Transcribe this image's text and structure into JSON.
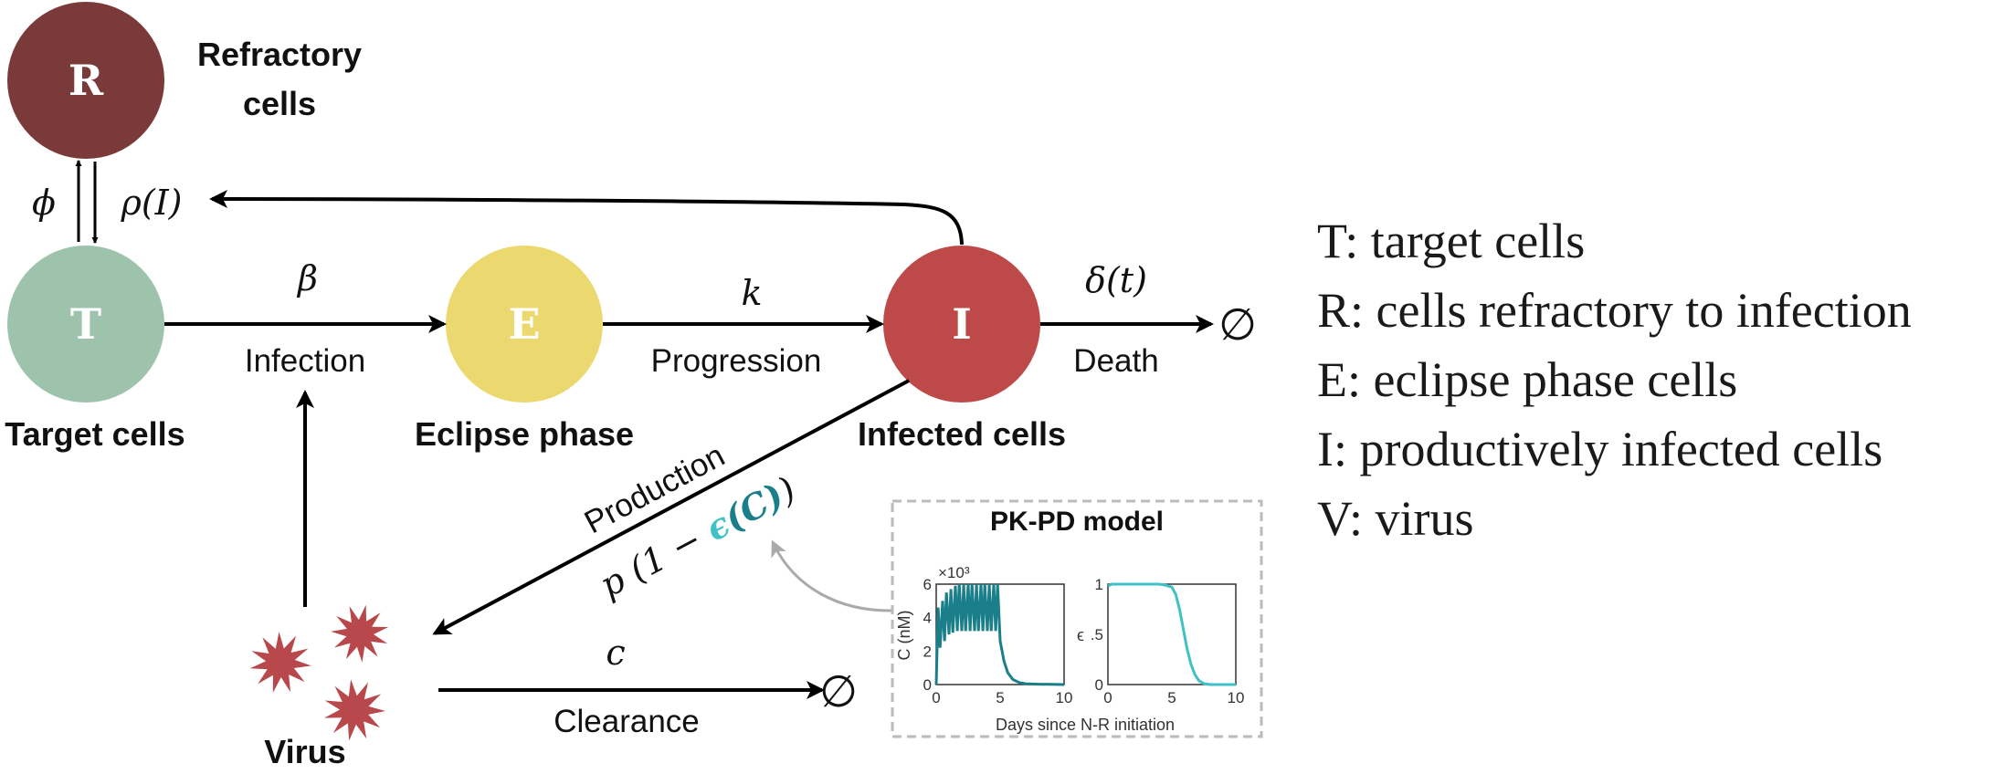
{
  "nodes": {
    "R": {
      "letter": "R",
      "caption_line1": "Refractory",
      "caption_line2": "cells",
      "color": "#7b3a3a"
    },
    "T": {
      "letter": "T",
      "caption": "Target cells",
      "color": "#9dc3ad"
    },
    "E": {
      "letter": "E",
      "caption": "Eclipse phase",
      "color": "#ebd86e"
    },
    "I": {
      "letter": "I",
      "caption": "Infected cells",
      "color": "#bd4a48"
    },
    "V": {
      "caption": "Virus",
      "color": "#b8484b"
    }
  },
  "edges": {
    "phi": "ϕ",
    "rho": "ρ(I)",
    "beta": "β",
    "infection": "Infection",
    "k": "k",
    "progression": "Progression",
    "delta": "δ(t)",
    "death": "Death",
    "production": "Production",
    "production_rate_prefix": "p (1 − ",
    "production_rate_epsilon": "ϵ",
    "production_rate_c": "(C)",
    "production_rate_suffix": ")",
    "c": "c",
    "clearance": "Clearance",
    "empty_set": "∅"
  },
  "legend": [
    "T: target cells",
    "R: cells refractory to infection",
    "E: eclipse phase cells",
    "I: productively infected cells",
    "V: virus"
  ],
  "pkpd": {
    "title": "PK-PD model",
    "xlabel": "Days since N-R initiation",
    "accent": "#1a7f8a",
    "accent_light": "#3fc1c5"
  },
  "chart_data": [
    {
      "type": "line",
      "ylabel": "C (nM)",
      "y_scale_note": "×10³",
      "xlim": [
        0,
        10
      ],
      "ylim": [
        0,
        6
      ],
      "x_ticks": [
        "0",
        "5",
        "10"
      ],
      "y_ticks": [
        "0",
        "2",
        "4",
        "6"
      ],
      "x": [
        0,
        0.15,
        0.3,
        0.5,
        0.65,
        0.8,
        1.0,
        1.15,
        1.3,
        1.5,
        1.65,
        1.8,
        2.0,
        2.15,
        2.3,
        2.5,
        2.65,
        2.8,
        3.0,
        3.15,
        3.3,
        3.5,
        3.65,
        3.8,
        4.0,
        4.15,
        4.3,
        4.5,
        4.65,
        4.8,
        5.0,
        5.3,
        5.6,
        6.0,
        6.5,
        7.0,
        8.0,
        9.0,
        10.0
      ],
      "values": [
        0,
        4.6,
        2.2,
        5.0,
        2.6,
        5.5,
        3.0,
        5.7,
        3.1,
        5.9,
        3.2,
        6.0,
        3.2,
        6.0,
        3.2,
        6.0,
        3.2,
        6.0,
        3.2,
        6.0,
        3.2,
        6.0,
        3.2,
        6.0,
        3.2,
        6.0,
        3.2,
        6.0,
        3.2,
        6.0,
        2.6,
        1.4,
        0.7,
        0.3,
        0.12,
        0.05,
        0.02,
        0.01,
        0.0
      ]
    },
    {
      "type": "line",
      "ylabel": "ϵ",
      "xlim": [
        0,
        10
      ],
      "ylim": [
        0,
        1
      ],
      "x_ticks": [
        "0",
        "5",
        "10"
      ],
      "y_ticks": [
        "0",
        ".5",
        "1"
      ],
      "x": [
        0,
        0.3,
        1,
        2,
        3,
        4,
        4.5,
        5,
        5.3,
        5.6,
        5.9,
        6.2,
        6.5,
        6.8,
        7.1,
        7.5,
        8,
        9,
        10
      ],
      "values": [
        0.98,
        1,
        1,
        1,
        1,
        1,
        0.99,
        0.97,
        0.9,
        0.75,
        0.55,
        0.35,
        0.2,
        0.1,
        0.04,
        0.01,
        0,
        0,
        0
      ]
    }
  ]
}
